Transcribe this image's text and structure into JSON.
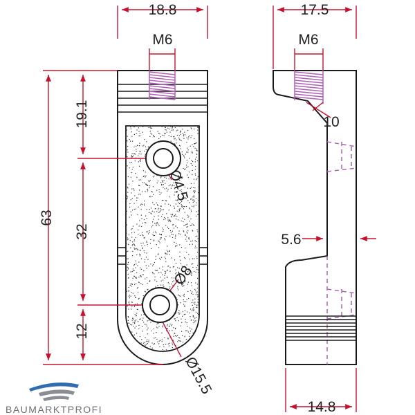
{
  "colors": {
    "outline": "#1a1a1a",
    "dimension": "#c8102e",
    "thread": "#b060b8",
    "hidden": "#a864b0",
    "texture": "#333333",
    "logo_blue": "#2f6db0",
    "logo_gray": "#8a8e94"
  },
  "front_view": {
    "width_label": "18.8",
    "thread_label": "M6",
    "height_label": "63",
    "dim_top_label": "19.1",
    "dim_mid_label": "32",
    "dim_bottom_label": "12",
    "hole_small_label": "Ø4.5",
    "hole_counterbore_label": "Ø8",
    "radius_label": "Ø15.5"
  },
  "side_view": {
    "width_label": "17.5",
    "thread_label": "M6",
    "depth_label": "10",
    "thickness_label": "5.6",
    "base_label": "14.8"
  },
  "logo": {
    "text": "BAUMARKTPROFI",
    "icon": "roof-swoosh-icon"
  }
}
